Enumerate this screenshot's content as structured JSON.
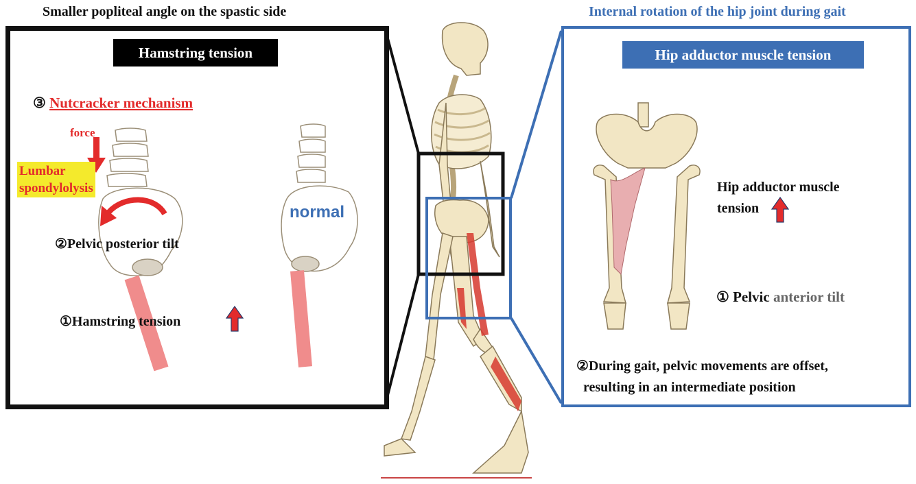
{
  "headings": {
    "left": "Smaller popliteal angle on the spastic side",
    "right": "Internal rotation of the hip joint during gait"
  },
  "left_panel": {
    "title": "Hamstring tension",
    "nutcracker_num": "③",
    "nutcracker_label": "Nutcracker mechanism",
    "force_label": "force",
    "lumbar_line1": "Lumbar",
    "lumbar_line2": "spondylolysis",
    "pelvic_posterior": "②Pelvic posterior tilt",
    "hamstring_tension": "①Hamstring tension",
    "normal_label": "normal"
  },
  "right_panel": {
    "title": "Hip adductor muscle tension",
    "hip_adductor_line1": "Hip adductor muscle",
    "hip_adductor_line2": "tension",
    "pelvic_prefix": "① Pelvic",
    "pelvic_suffix": "anterior tilt",
    "gait_line1": "②During gait, pelvic movements are offset,",
    "gait_line2": "resulting in an intermediate position"
  },
  "colors": {
    "accent_blue": "#3d6fb4",
    "accent_red": "#e32b2b",
    "highlight_yellow": "#f4ea2c",
    "muscle_pink": "#f08c8c",
    "bone": "#f2e6c4"
  },
  "icons": [
    "up-arrow-icon",
    "down-arrow-icon",
    "curved-arrow-icon",
    "skeleton-figure",
    "pelvis-femur-figure"
  ]
}
